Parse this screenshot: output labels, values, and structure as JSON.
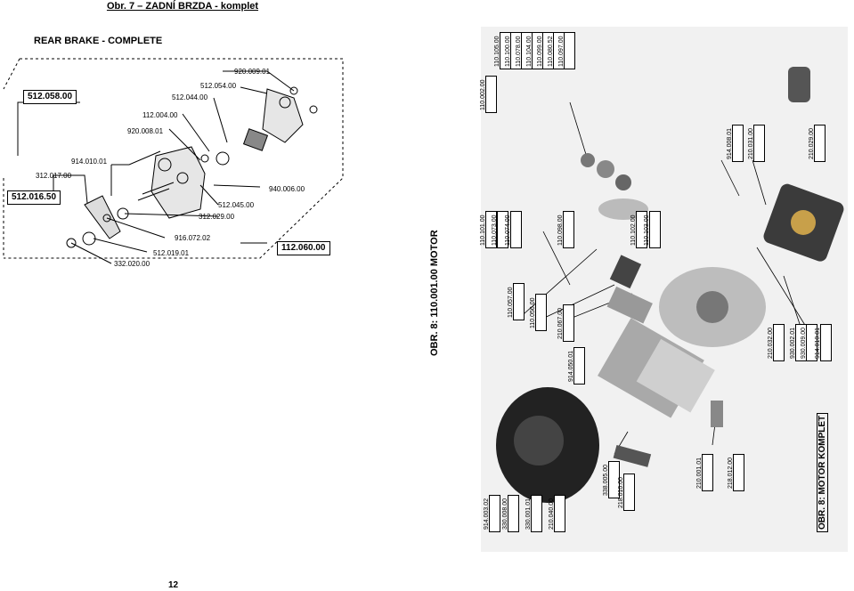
{
  "page": {
    "title": "Obr. 7 – ZADNÍ BRZDA - komplet",
    "number": "12"
  },
  "rear_brake": {
    "heading": "REAR BRAKE - COMPLETE",
    "boxed_parts": [
      "512.058.00",
      "512.016.50",
      "112.060.00"
    ],
    "parts": [
      "920.009.01",
      "512.054.00",
      "512.044.00",
      "112.004.00",
      "920.008.01",
      "914.010.01",
      "312.017.00",
      "940.006.00",
      "512.045.00",
      "312.029.00",
      "916.072.02",
      "512.019.01",
      "332.020.00"
    ]
  },
  "motor": {
    "title": "OBR. 8: 110.001.00 MOTOR",
    "title_bottom": "OBR. 8: MOTOR KOMPLET",
    "top_parts": [
      "110.002.00",
      "110.105.00",
      "110.100.00",
      "110.078.00",
      "110.104.00",
      "110.099.00",
      "110.080.52",
      "110.097.00"
    ],
    "mid_parts": [
      "110.101.00",
      "110.073.00",
      "110.074.00",
      "110.098.00",
      "110.102.00",
      "110.103.00"
    ],
    "right_parts": [
      "914.008.01",
      "210.031.00",
      "210.029.00"
    ],
    "left_mid_parts": [
      "110.057.00",
      "110.056.00",
      "210.067.00",
      "914.050.01"
    ],
    "right_lower_parts": [
      "210.032.00",
      "930.002.01",
      "930.009.00",
      "914.010.01"
    ],
    "bottom_parts": [
      "914.003.02",
      "330.008.00",
      "330.001.01",
      "210.040.00",
      "338.005.00",
      "218.010.00",
      "210.001.01",
      "218.012.00"
    ]
  }
}
